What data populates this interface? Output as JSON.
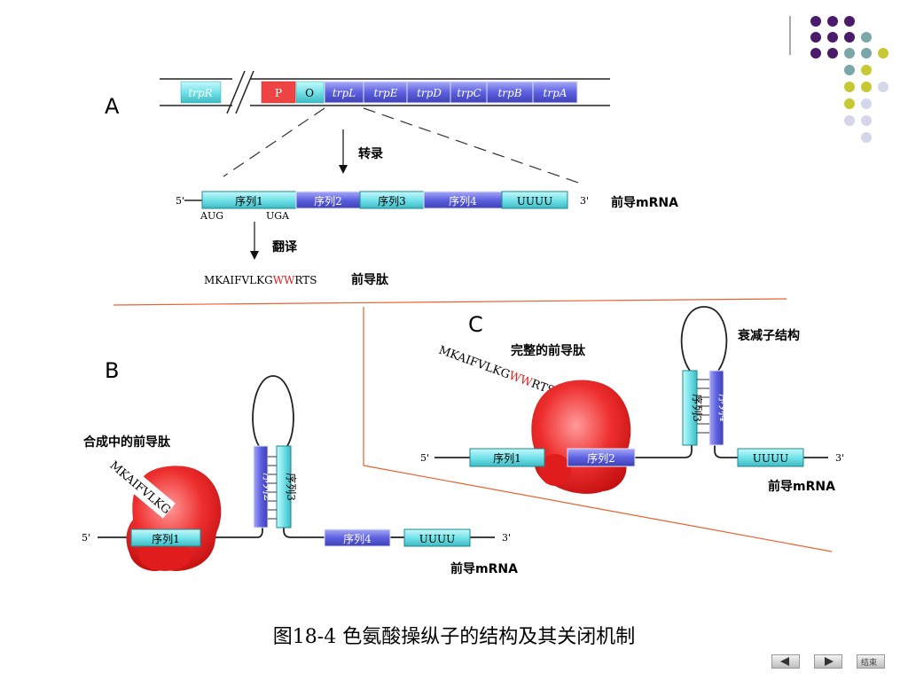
{
  "panel_a": {
    "label": "A",
    "genes": {
      "trpR": "trpR",
      "P": "P",
      "O": "O",
      "trpL": "trpL",
      "trpE": "trpE",
      "trpD": "trpD",
      "trpC": "trpC",
      "trpB": "trpB",
      "trpA": "trpA"
    },
    "transcription": "转录",
    "mrna": {
      "five": "5'",
      "three": "3'",
      "seq1": "序列1",
      "seq2": "序列2",
      "seq3": "序列3",
      "seq4": "序列4",
      "uuuu": "UUUU",
      "aug": "AUG",
      "uga": "UGA",
      "name": "前导mRNA"
    },
    "translation": "翻译",
    "peptide": {
      "prefix": "MKAIFVLKG",
      "ww": "WW",
      "suffix": "RTS",
      "name": "前导肽"
    }
  },
  "panel_b": {
    "label": "B",
    "note": "合成中的前导肽",
    "peptide": "MKAIFVLKG",
    "five": "5'",
    "three": "3'",
    "seq1": "序列1",
    "seq2": "序列2",
    "seq3": "序列3",
    "seq4": "序列4",
    "uuuu": "UUUU",
    "mrna_name": "前导mRNA"
  },
  "panel_c": {
    "label": "C",
    "note": "完整的前导肽",
    "attenuator": "衰减子结构",
    "peptide": {
      "prefix": "MKAIFVLKG",
      "ww": "WW",
      "suffix": "RTS"
    },
    "five": "5'",
    "three": "3'",
    "seq1": "序列1",
    "seq2": "序列2",
    "seq3": "序列3",
    "seq4": "序列4",
    "uuuu": "UUUU",
    "mrna_name": "前导mRNA"
  },
  "caption": "图18-4  色氨酸操纵子的结构及其关闭机制",
  "nav": {
    "end": "结束"
  },
  "colors": {
    "cyan": "#7fe6ec",
    "blue": "#6a6ee6",
    "red": "#ee4444",
    "purple": "#4b1a6b",
    "teal": "#7aa8a8",
    "olive": "#c8c834",
    "lavender": "#d6d6ea",
    "accent_line": "#e8622e"
  }
}
